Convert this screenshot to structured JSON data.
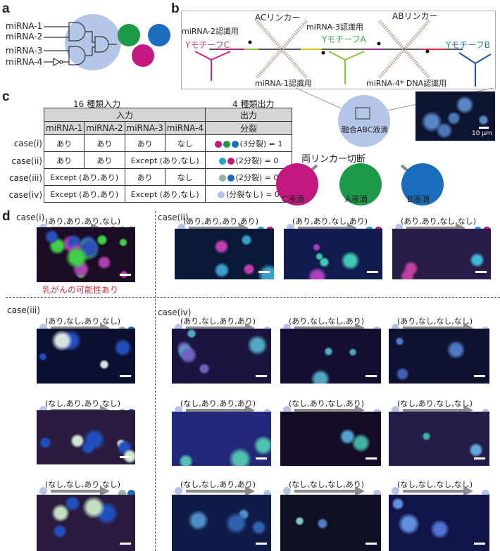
{
  "panel_labels": {
    "a": "a",
    "b": "b",
    "c": "c",
    "d": "d"
  },
  "colors": {
    "magenta": "#c2187f",
    "green": "#1d9a48",
    "blue": "#1a6cbf",
    "cyan": "#1ea3d6",
    "sage": "#92b69c",
    "pale": "#b5c4e6"
  },
  "a": {
    "inputs": [
      "miRNA-1",
      "miRNA-2",
      "miRNA-3",
      "miRNA-4"
    ]
  },
  "b": {
    "ac_linker": "ACリンカー",
    "ab_linker": "ABリンカー",
    "mirna2_site": "miRNA-2認識用",
    "mirna3_site": "miRNA-3認識用",
    "mirna1_site": "miRNA-1認識用",
    "mirna4_site": "miRNA-4* DNA認識用",
    "y_motif_c": "YモチーフC",
    "y_motif_a": "YモチーフA",
    "y_motif_b": "YモチーフB"
  },
  "c": {
    "input_title": "16 種類入力",
    "output_title": "4 種類出力",
    "header_input": "入力",
    "header_output": "出力",
    "columns": [
      "miRNA-1",
      "miRNA-2",
      "miRNA-3",
      "miRNA-4",
      "分裂"
    ],
    "rows": [
      {
        "case": "case(i)",
        "cells": [
          "あり",
          "あり",
          "あり",
          "なし"
        ],
        "output": "(3分裂) = 1",
        "dots": [
          "magenta",
          "green",
          "blue"
        ]
      },
      {
        "case": "case(ii)",
        "cells": [
          "あり",
          "あり",
          "Except (あり,なし)"
        ],
        "output": "(2分裂) = 0",
        "dots": [
          "cyan",
          "magenta"
        ]
      },
      {
        "case": "case(iii)",
        "cells": [
          "Except (あり,あり)",
          "あり",
          "なし"
        ],
        "output": "(2分裂) = 0",
        "dots": [
          "sage",
          "blue"
        ]
      },
      {
        "case": "case(iv)",
        "cells": [
          "Except (あり,あり)",
          "Except (あり,なし)"
        ],
        "output": "(分裂なし) = 0",
        "dots": [
          "pale"
        ]
      }
    ]
  },
  "fusion": {
    "droplet": "融合ABC液滴",
    "scale_bar": "10 µm",
    "cleavage": "両リンカー切断",
    "products": [
      {
        "label": "C液滴",
        "color": "magenta"
      },
      {
        "label": "A液滴",
        "color": "green"
      },
      {
        "label": "B液滴",
        "color": "blue"
      }
    ]
  },
  "d": {
    "caption": "乳がんの可能性あり",
    "cases": [
      {
        "label": "case(i)",
        "items": [
          {
            "cond": "(あり,あり,あり,なし)",
            "outs": [
              "magenta",
              "green",
              "blue"
            ]
          }
        ]
      },
      {
        "label": "case(ii)",
        "items": [
          {
            "cond": "(あり,あり,あり,あり)",
            "outs": [
              "cyan",
              "magenta"
            ]
          },
          {
            "cond": "(あり,あり,なし,あり)",
            "outs": [
              "cyan",
              "magenta"
            ]
          },
          {
            "cond": "(あり,あり,なし,なし)",
            "outs": [
              "cyan",
              "magenta"
            ]
          }
        ]
      },
      {
        "label": "case(iii)",
        "items": [
          {
            "cond": "(あり,なし,あり,なし)",
            "outs": [
              "sage",
              "blue"
            ]
          },
          {
            "cond": "(なし,あり,あり,なし)",
            "outs": [
              "sage",
              "blue"
            ]
          },
          {
            "cond": "(なし,なし,あり,なし)",
            "outs": [
              "sage",
              "blue"
            ]
          }
        ]
      },
      {
        "label": "case(iv)",
        "items": [
          {
            "cond": "(あり,なし,あり,あり)",
            "outs": [
              "pale"
            ]
          },
          {
            "cond": "(あり,なし,なし,あり)",
            "outs": [
              "pale"
            ]
          },
          {
            "cond": "(あり,なし,なし,なし)",
            "outs": [
              "pale"
            ]
          },
          {
            "cond": "(なし,あり,あり,あり)",
            "outs": [
              "pale"
            ]
          },
          {
            "cond": "(なし,あり,なし,あり)",
            "outs": [
              "pale"
            ]
          },
          {
            "cond": "(なし,あり,なし,なし)",
            "outs": [
              "pale"
            ]
          },
          {
            "cond": "(なし,なし,あり,あり)",
            "outs": [
              "pale"
            ]
          },
          {
            "cond": "(なし,なし,なし,あり)",
            "outs": [
              "pale"
            ]
          },
          {
            "cond": "(なし,なし,なし,なし)",
            "outs": [
              "pale"
            ]
          }
        ]
      }
    ]
  }
}
